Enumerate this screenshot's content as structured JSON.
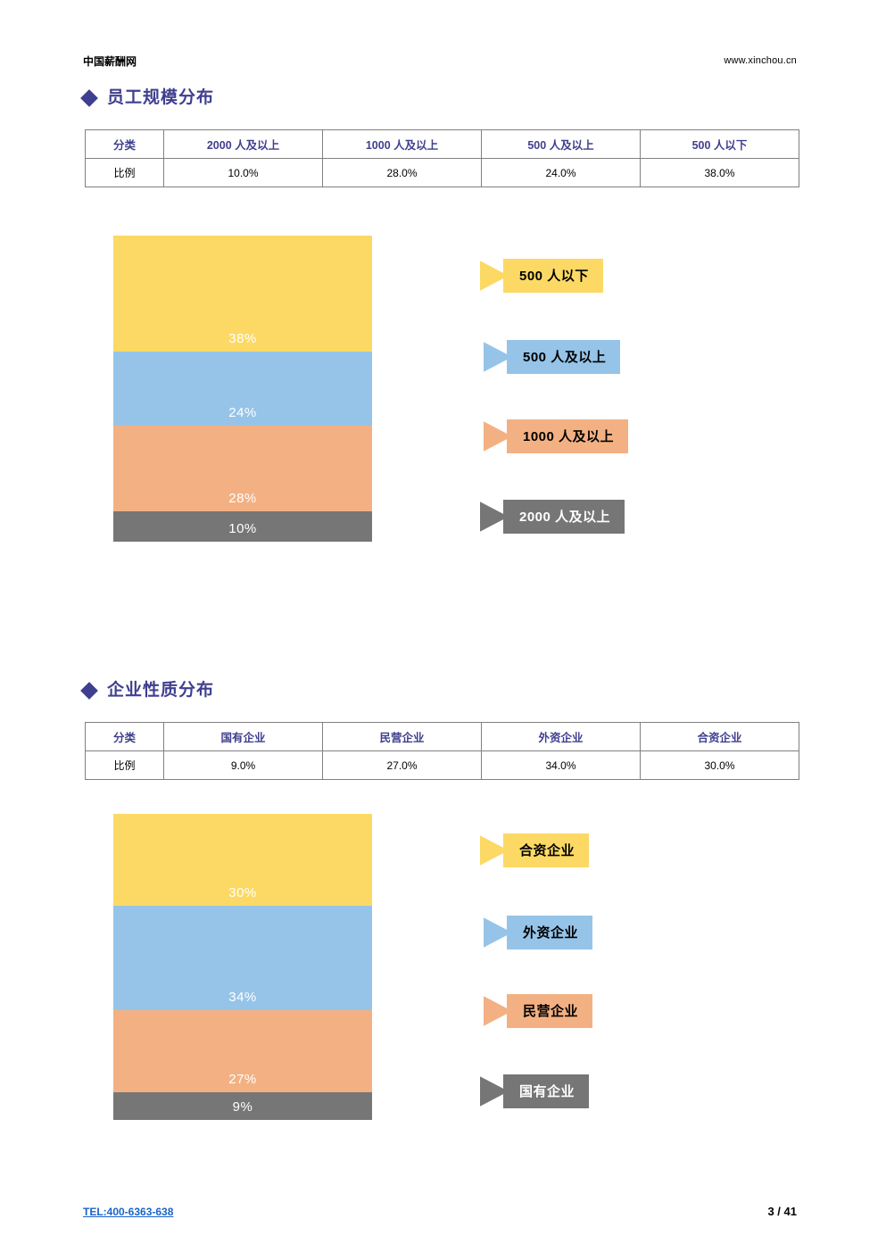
{
  "header": {
    "brand": "中国薪酬网",
    "url": "www.xinchou.cn"
  },
  "footer": {
    "tel": "TEL:400-6363-638",
    "page_number": "3 / 41"
  },
  "colors": {
    "accent": "#3f3f8f",
    "yellow": "#fcd964",
    "blue": "#96c4e8",
    "orange": "#f3b183",
    "gray": "#767676",
    "table_border": "#808080",
    "link": "#1a63c8"
  },
  "sections": [
    {
      "title": "员工规模分布",
      "table": {
        "headers": [
          "分类",
          "2000 人及以上",
          "1000 人及以上",
          "500 人及以上",
          "500 人以下"
        ],
        "rows": [
          [
            "比例",
            "10.0%",
            "28.0%",
            "24.0%",
            "38.0%"
          ]
        ]
      },
      "legend": [
        {
          "label": "500 人以下",
          "color": "#fcd964",
          "text_color": "#000000"
        },
        {
          "label": "500 人及以上",
          "color": "#96c4e8",
          "text_color": "#000000"
        },
        {
          "label": "1000 人及以上",
          "color": "#f3b183",
          "text_color": "#000000"
        },
        {
          "label": "2000 人及以上",
          "color": "#767676",
          "text_color": "#ffffff"
        }
      ]
    },
    {
      "title": "企业性质分布",
      "table": {
        "headers": [
          "分类",
          "国有企业",
          "民营企业",
          "外资企业",
          "合资企业"
        ],
        "rows": [
          [
            "比例",
            "9.0%",
            "27.0%",
            "34.0%",
            "30.0%"
          ]
        ]
      },
      "legend": [
        {
          "label": "合资企业",
          "color": "#fcd964",
          "text_color": "#000000"
        },
        {
          "label": "外资企业",
          "color": "#96c4e8",
          "text_color": "#000000"
        },
        {
          "label": "民营企业",
          "color": "#f3b183",
          "text_color": "#000000"
        },
        {
          "label": "国有企业",
          "color": "#767676",
          "text_color": "#ffffff"
        }
      ]
    }
  ],
  "chart_data": [
    {
      "type": "bar",
      "title": "员工规模分布",
      "subtitle": "",
      "xlabel": "",
      "ylabel": "",
      "orientation": "stacked-vertical",
      "grid": false,
      "legend_position": "right",
      "categories": [
        "500 人以下",
        "500 人及以上",
        "1000 人及以上",
        "2000 人及以上"
      ],
      "values": [
        38,
        24,
        28,
        10
      ],
      "value_labels": [
        "38%",
        "24%",
        "28%",
        "10%"
      ],
      "colors": [
        "#fcd964",
        "#96c4e8",
        "#f3b183",
        "#767676"
      ],
      "ylim": [
        0,
        100
      ],
      "unit": "%"
    },
    {
      "type": "bar",
      "title": "企业性质分布",
      "subtitle": "",
      "xlabel": "",
      "ylabel": "",
      "orientation": "stacked-vertical",
      "grid": false,
      "legend_position": "right",
      "categories": [
        "合资企业",
        "外资企业",
        "民营企业",
        "国有企业"
      ],
      "values": [
        30,
        34,
        27,
        9
      ],
      "value_labels": [
        "30%",
        "34%",
        "27%",
        "9%"
      ],
      "colors": [
        "#fcd964",
        "#96c4e8",
        "#f3b183",
        "#767676"
      ],
      "ylim": [
        0,
        100
      ],
      "unit": "%"
    }
  ]
}
